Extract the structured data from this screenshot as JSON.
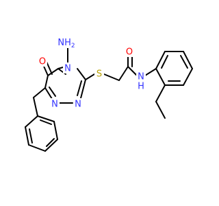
{
  "molecule": {
    "colors": {
      "bond": "#000000",
      "nitrogen": "#3333ff",
      "oxygen": "#ff0000",
      "sulfur": "#b8a000"
    },
    "labels": {
      "amino": "NH",
      "amino_sub": "2",
      "ring_n4": "N",
      "ring_n1": "N",
      "ring_n2": "N",
      "keto_o": "O",
      "thio_s": "S",
      "amide_o": "O",
      "amide_n": "N",
      "amide_h": "H"
    }
  }
}
